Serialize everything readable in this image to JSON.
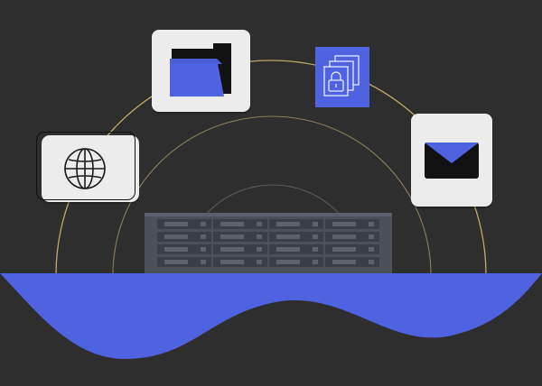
{
  "illustration": {
    "theme": "network-storage",
    "colors": {
      "background": "#2e2e2e",
      "accent_blue": "#4f63e0",
      "card_fill": "#ececec",
      "arc_gold": "#c2a86a",
      "arc_dim": "#595959",
      "server_body": "#4c5159",
      "server_bay": "#3a3e45",
      "server_slot": "#5c626b"
    },
    "icons": [
      "globe-icon",
      "folder-icon",
      "lock-documents-icon",
      "mail-icon",
      "nas-server-icon"
    ],
    "server": {
      "bay_rows": 4,
      "bay_columns": 4
    }
  }
}
